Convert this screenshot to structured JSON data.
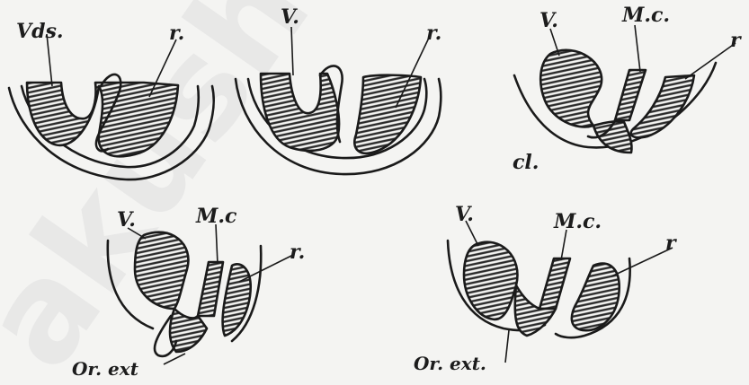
{
  "watermark": "akusher",
  "figures": [
    {
      "id": "fig1",
      "labels": [
        "Vds.",
        "r."
      ]
    },
    {
      "id": "fig2",
      "labels": [
        "V.",
        "r."
      ]
    },
    {
      "id": "fig3",
      "labels": [
        "V.",
        "M.c.",
        "r",
        "cl."
      ]
    },
    {
      "id": "fig4",
      "labels": [
        "V.",
        "M.c",
        "r.",
        "Or. ext"
      ]
    },
    {
      "id": "fig5",
      "labels": [
        "V.",
        "M.c.",
        "r",
        "Or. ext."
      ]
    }
  ],
  "colors": {
    "ink": "#1a1a1a",
    "paper": "#f4f4f2",
    "hatch": "#2a2a2a"
  }
}
